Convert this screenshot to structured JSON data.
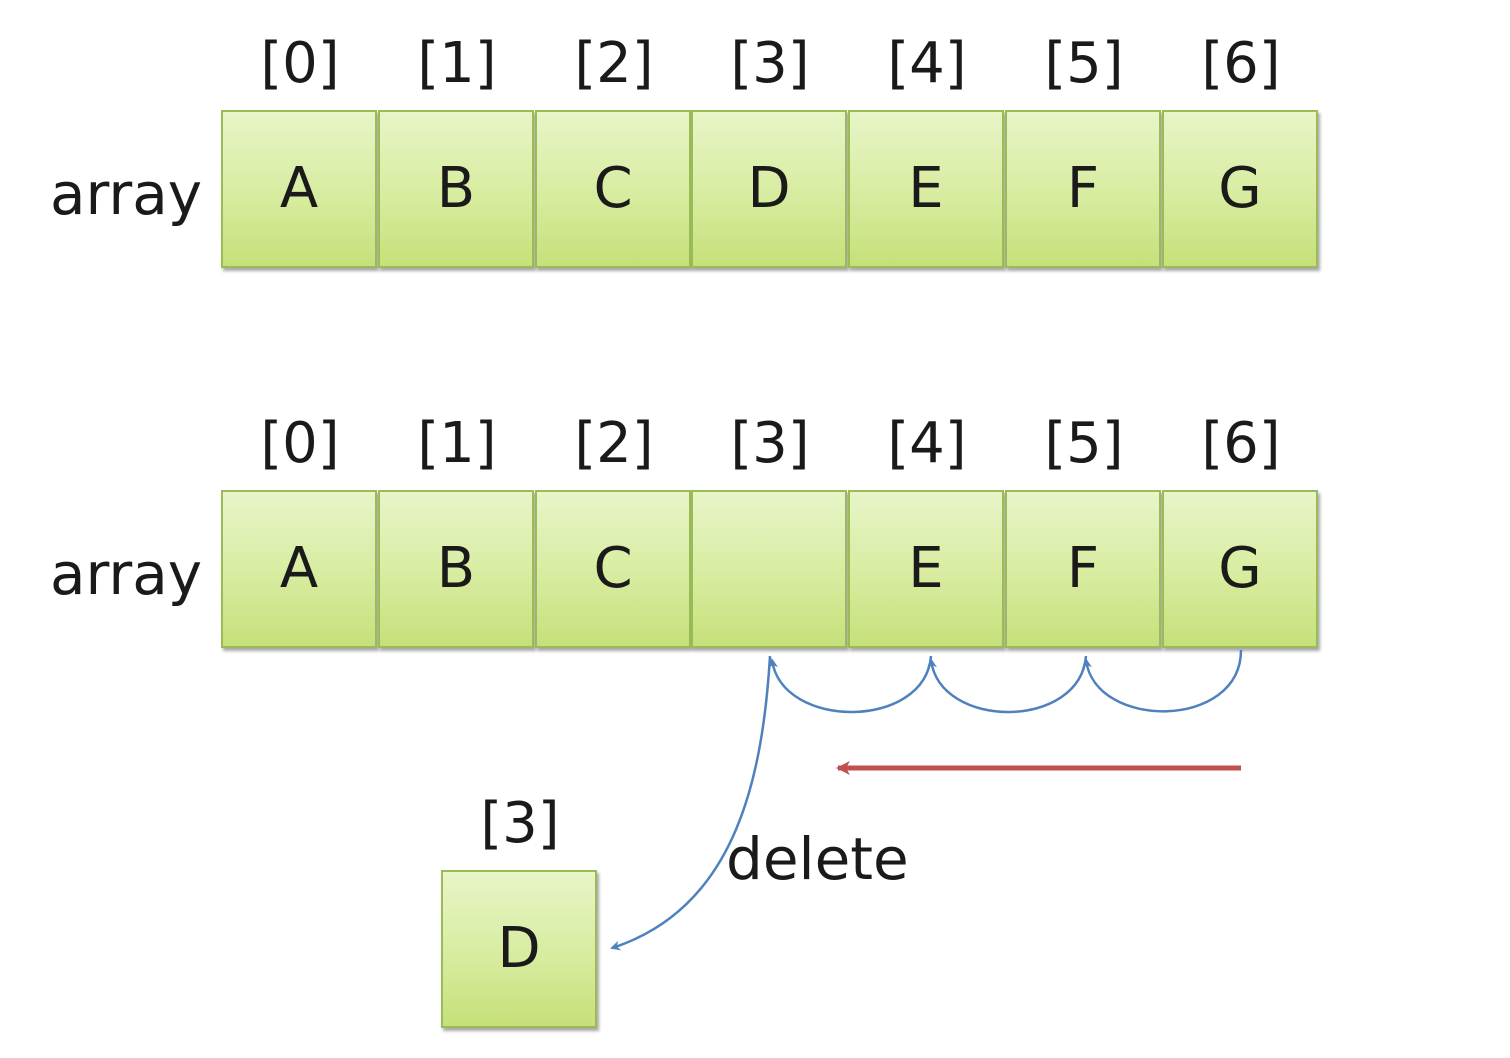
{
  "array_label": "array",
  "indices": [
    "[0]",
    "[1]",
    "[2]",
    "[3]",
    "[4]",
    "[5]",
    "[6]"
  ],
  "before": {
    "cells": [
      "A",
      "B",
      "C",
      "D",
      "E",
      "F",
      "G"
    ]
  },
  "after": {
    "cells": [
      "A",
      "B",
      "C",
      "",
      "E",
      "F",
      "G"
    ]
  },
  "removed": {
    "index": "[3]",
    "value": "D"
  },
  "delete_label": "delete",
  "colors": {
    "cell_border": "#9bbb59",
    "cell_fill": "#d7ec9f",
    "shift_arrow": "#4f81bd",
    "direction_arrow": "#c0504d"
  }
}
